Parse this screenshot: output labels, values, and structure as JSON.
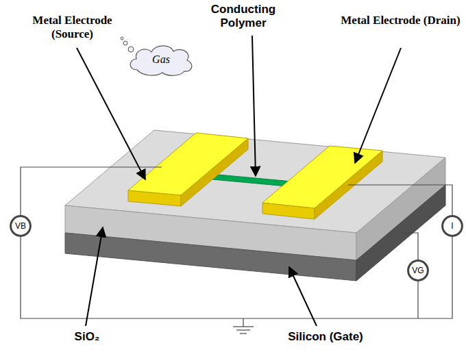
{
  "diagram": {
    "nodes": [
      {
        "text": [
          "Gas"
        ]
      },
      {
        "text": [
          "VB"
        ]
      },
      {
        "text": [
          "I"
        ]
      },
      {
        "text": [
          "VG"
        ]
      }
    ],
    "labels": [
      "Conducting Polymer",
      "Metal Electrode (Source)",
      "Metal Electrode (Drain)",
      "SiO₂",
      "Silicon (Gate)"
    ]
  }
}
